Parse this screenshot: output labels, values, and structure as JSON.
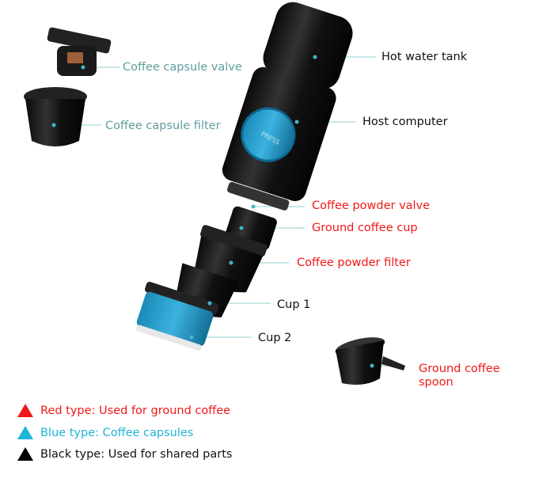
{
  "parts": {
    "capsule_valve": "Coffee capsule valve",
    "capsule_filter": "Coffee capsule filter",
    "hot_water_tank": "Hot water tank",
    "host_computer": "Host computer",
    "powder_valve": "Coffee powder valve",
    "ground_coffee_cup": "Ground coffee cup",
    "powder_filter": "Coffee powder filter",
    "cup1": "Cup 1",
    "cup2": "Cup 2",
    "spoon_line1": "Ground coffee",
    "spoon_line2": "spoon",
    "press_button": "PRESS"
  },
  "legend": [
    {
      "label": "Red type: Used for ground coffee",
      "color": "#f21818"
    },
    {
      "label": "Blue type: Coffee capsules",
      "color": "#1fb5d6"
    },
    {
      "label": "Black type: Used for shared parts",
      "color": "#000000"
    }
  ],
  "colors": {
    "leader_line": "#a8dada",
    "dot": "#3fb8c8",
    "accent_blue": "#1d8fc0"
  }
}
